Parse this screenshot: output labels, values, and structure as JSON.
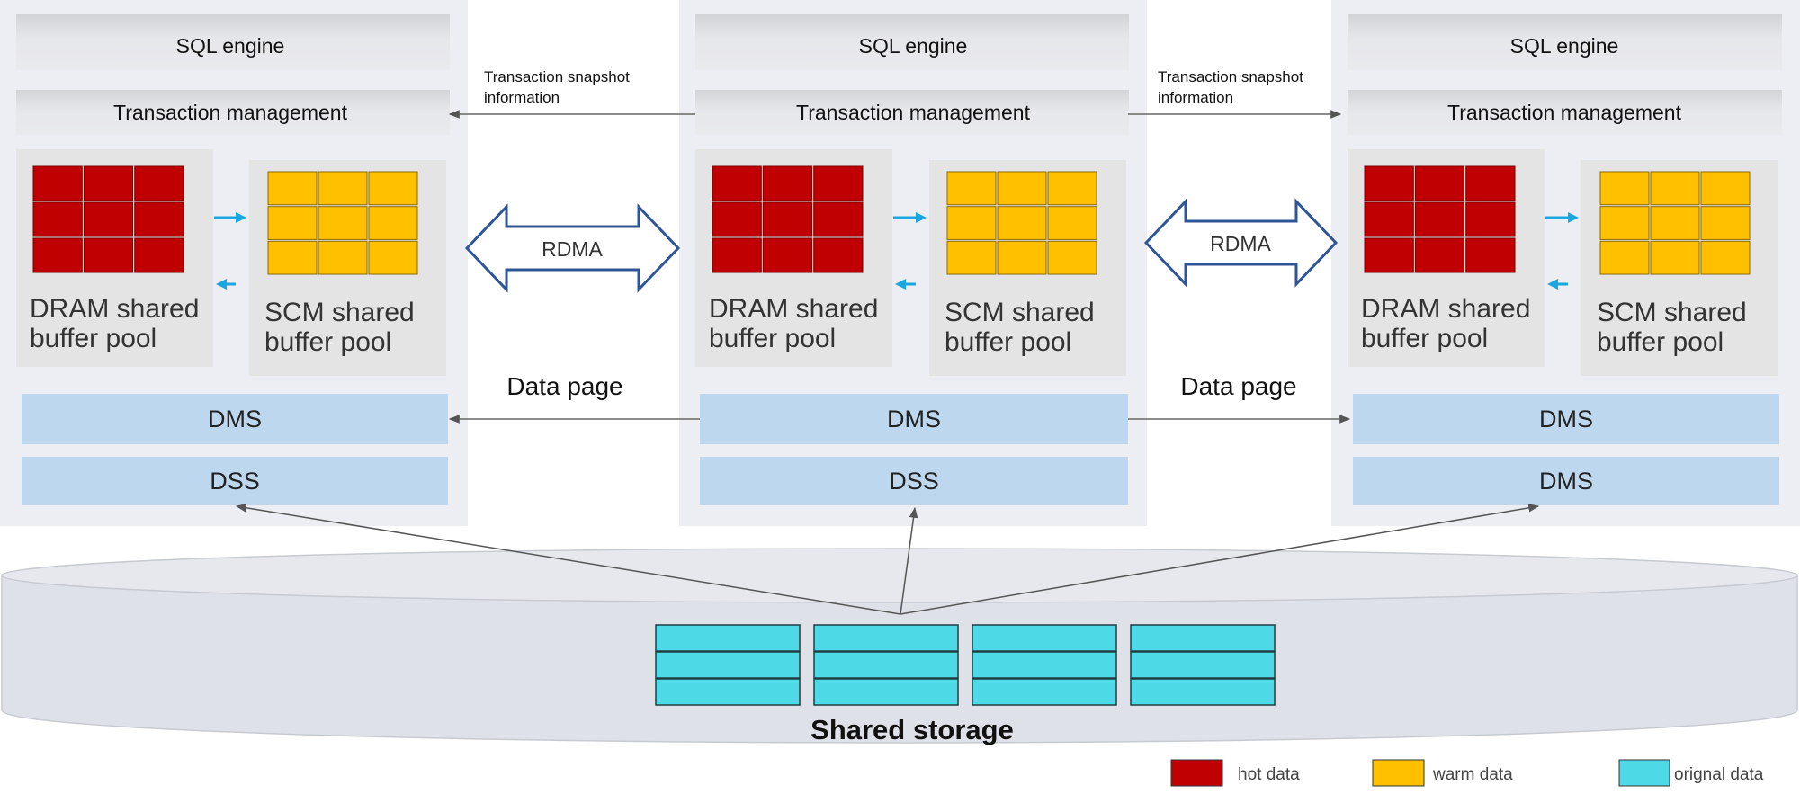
{
  "nodes": [
    {
      "sql_engine": "SQL engine",
      "transaction_management": "Transaction management",
      "dram_pool": [
        "DRAM shared",
        "buffer pool"
      ],
      "scm_pool": [
        "SCM shared",
        "buffer pool"
      ],
      "dms": "DMS",
      "bottom": "DSS"
    },
    {
      "sql_engine": "SQL engine",
      "transaction_management": "Transaction management",
      "dram_pool": [
        "DRAM shared",
        "buffer pool"
      ],
      "scm_pool": [
        "SCM shared",
        "buffer pool"
      ],
      "dms": "DMS",
      "bottom": "DSS"
    },
    {
      "sql_engine": "SQL engine",
      "transaction_management": "Transaction management",
      "dram_pool": [
        "DRAM shared",
        "buffer pool"
      ],
      "scm_pool": [
        "SCM shared",
        "buffer pool"
      ],
      "dms": "DMS",
      "bottom": "DMS"
    }
  ],
  "links": [
    {
      "snapshot_note": [
        "Transaction snapshot",
        "information"
      ],
      "rdma": "RDMA",
      "data_page": "Data page"
    },
    {
      "snapshot_note": [
        "Transaction snapshot",
        "information"
      ],
      "rdma": "RDMA",
      "data_page": "Data page"
    }
  ],
  "storage": {
    "label": "Shared storage"
  },
  "legend": [
    {
      "label": "hot data",
      "color": "#C00000"
    },
    {
      "label": "warm data",
      "color": "#FFC000"
    },
    {
      "label": "orignal data",
      "color": "#4DD9E6"
    }
  ],
  "colors": {
    "node_background": "#ECEEF3",
    "gray_bar": "#E0E1E4",
    "pool_background": "#E4E4E4",
    "blue_bar": "#BDD7EE",
    "storage": "#E1E3EA",
    "arrow_cyan": "#1AA7E0",
    "rdma_outline": "#2F5597"
  }
}
